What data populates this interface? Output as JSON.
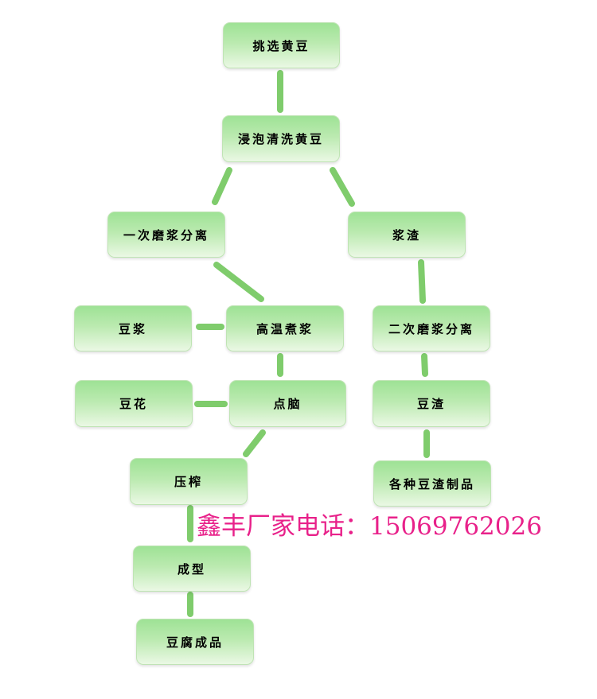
{
  "diagram": {
    "line_color": "#7fcc6c",
    "nodes": {
      "pick_beans": "挑选黄豆",
      "soak_wash": "浸泡清洗黄豆",
      "first_grind": "一次磨浆分离",
      "slurry_residue": "浆渣",
      "soy_milk": "豆浆",
      "boil_slurry": "高温煮浆",
      "second_grind": "二次磨浆分离",
      "tofu_flower": "豆花",
      "coagulate": "点脑",
      "okara": "豆渣",
      "press": "压榨",
      "okara_products": "各种豆渣制品",
      "shaping": "成型",
      "finished_tofu": "豆腐成品"
    }
  },
  "watermark": {
    "text": "鑫丰厂家电话：15069762026",
    "color": "#e8218a"
  }
}
